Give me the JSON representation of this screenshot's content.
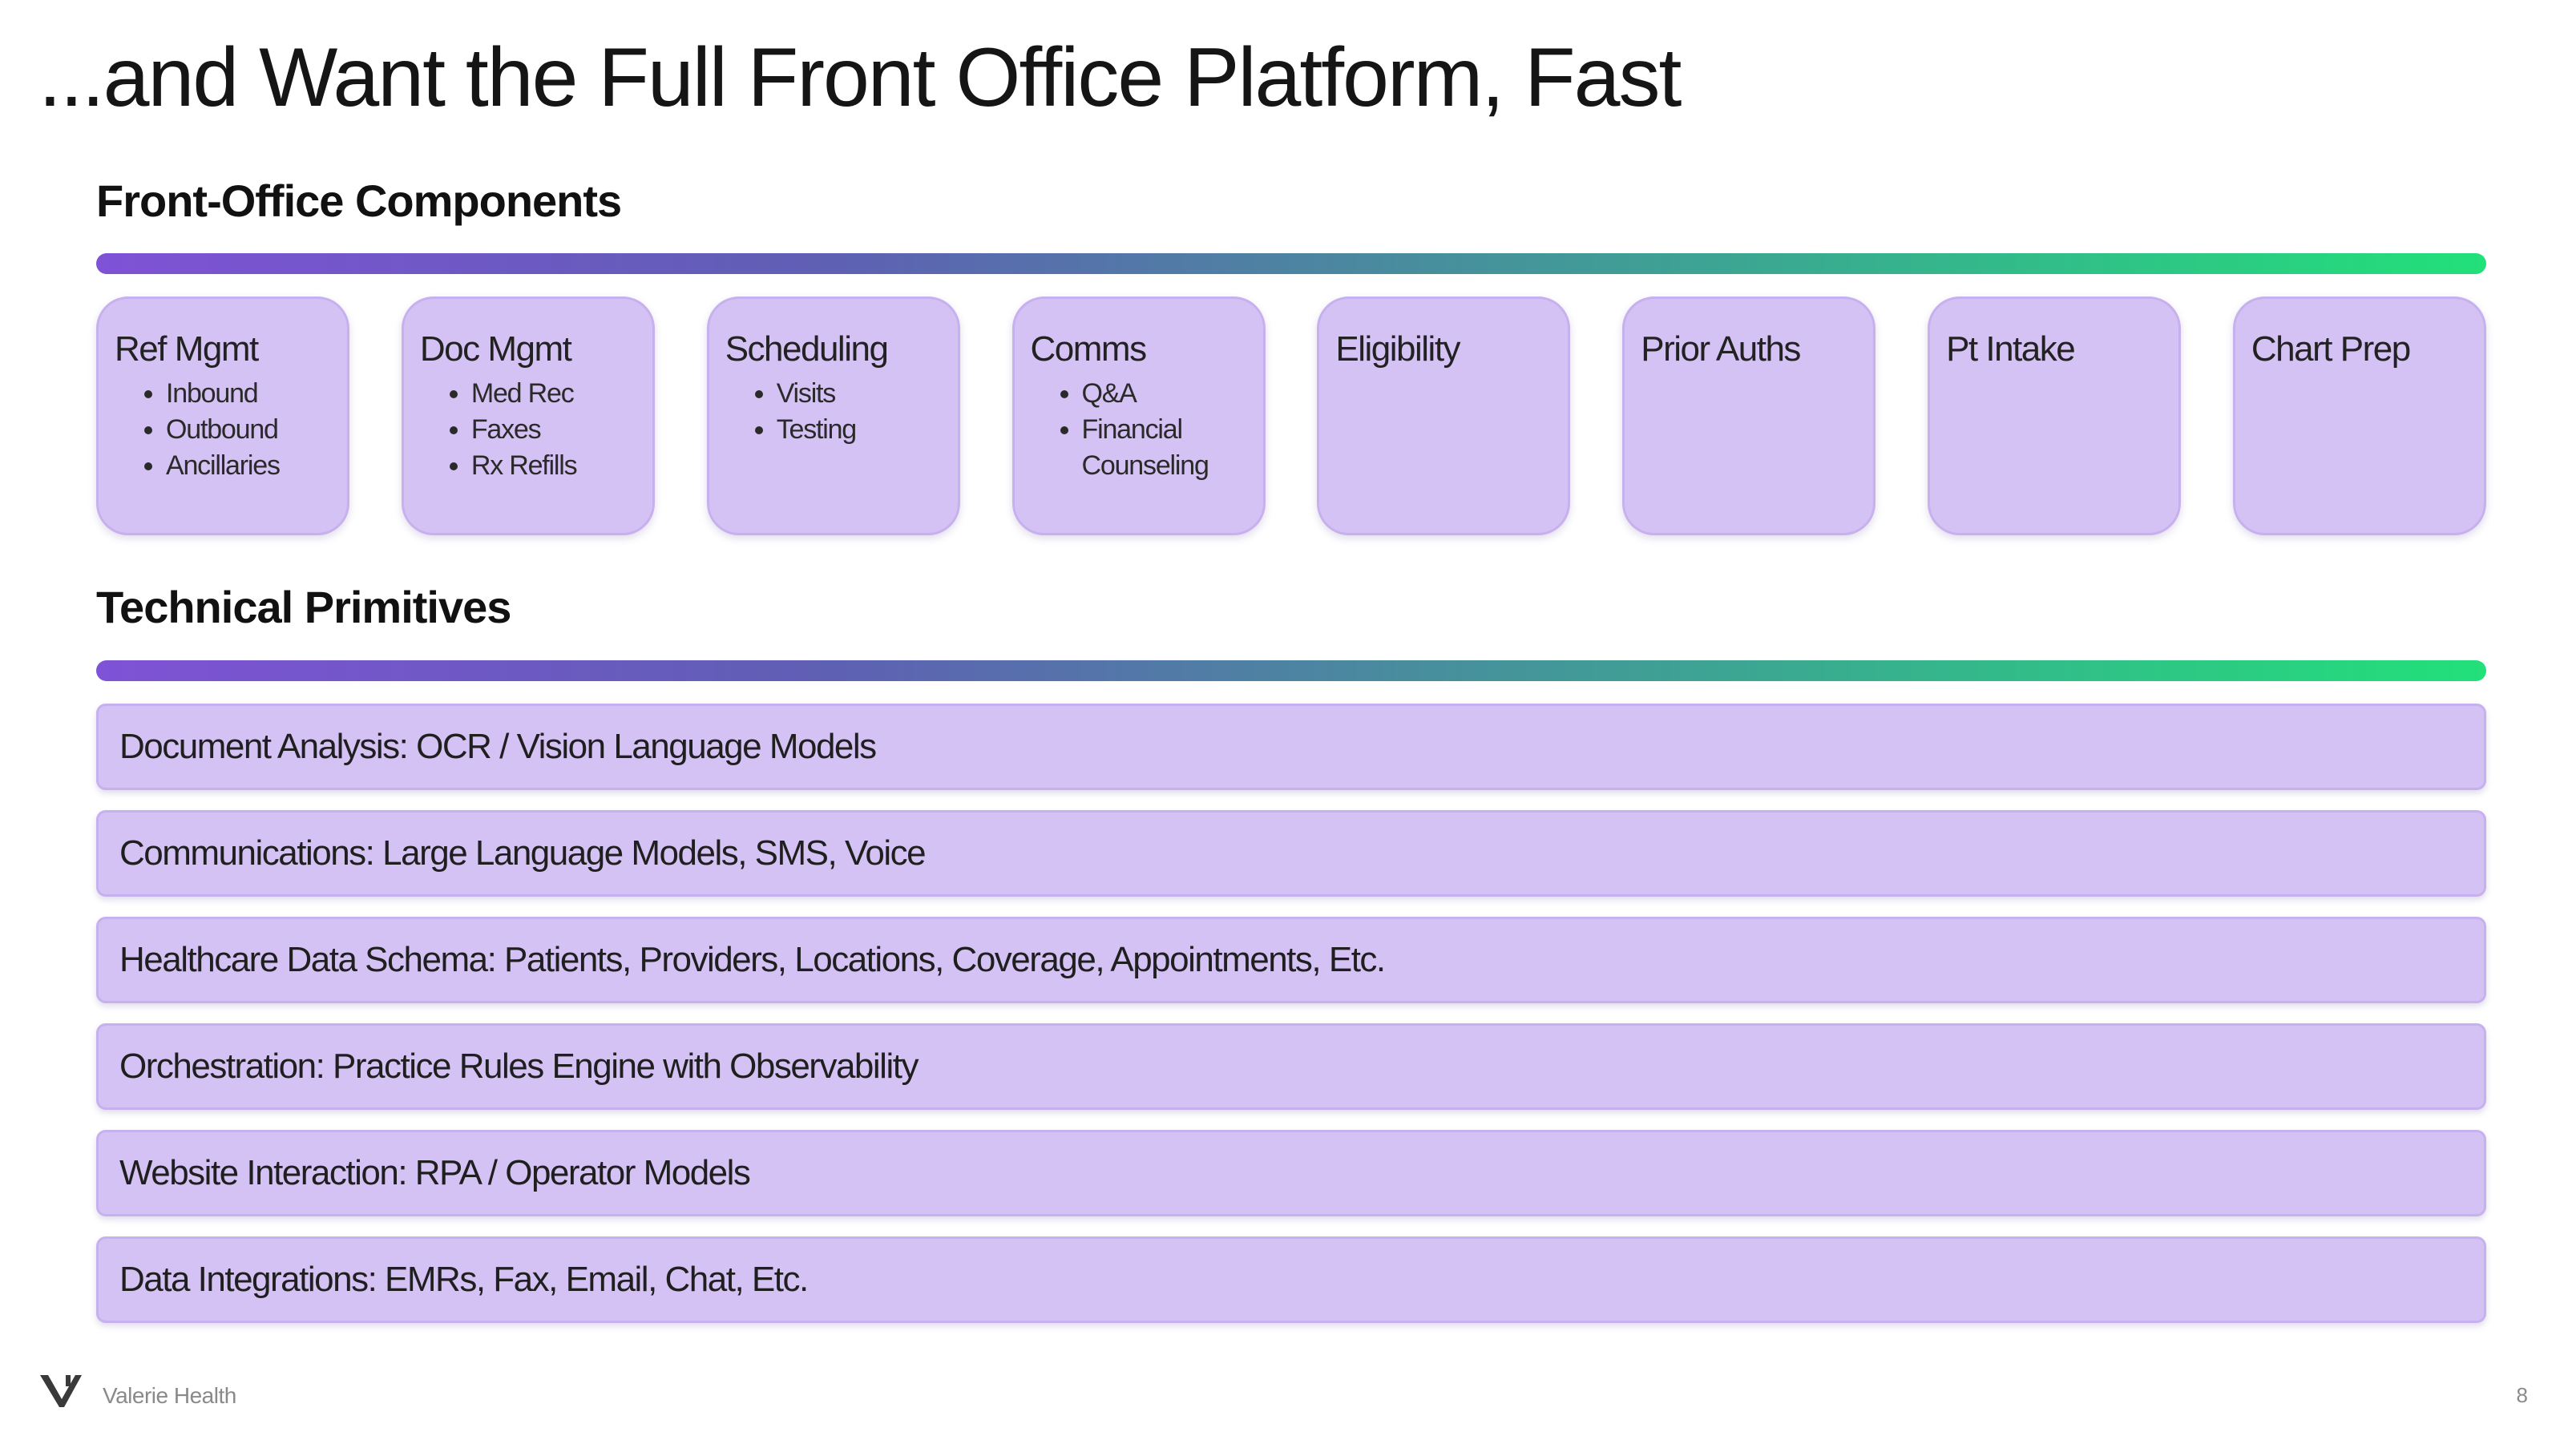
{
  "slide": {
    "title": "...and Want the Full Front Office Platform, Fast"
  },
  "components": {
    "heading": "Front-Office Components",
    "cards": [
      {
        "title": "Ref Mgmt",
        "items": [
          "Inbound",
          "Outbound",
          "Ancillaries"
        ]
      },
      {
        "title": "Doc Mgmt",
        "items": [
          "Med Rec",
          "Faxes",
          "Rx Refills"
        ]
      },
      {
        "title": "Scheduling",
        "items": [
          "Visits",
          "Testing"
        ]
      },
      {
        "title": "Comms",
        "items": [
          "Q&A",
          "Financial Counseling"
        ]
      },
      {
        "title": "Eligibility",
        "items": []
      },
      {
        "title": "Prior Auths",
        "items": []
      },
      {
        "title": "Pt Intake",
        "items": []
      },
      {
        "title": "Chart Prep",
        "items": []
      }
    ]
  },
  "primitives": {
    "heading": "Technical Primitives",
    "rows": [
      "Document Analysis: OCR / Vision Language Models",
      "Communications: Large Language Models, SMS, Voice",
      "Healthcare Data Schema: Patients, Providers, Locations, Coverage, Appointments, Etc.",
      "Orchestration: Practice Rules Engine with Observability",
      "Website Interaction: RPA / Operator Models",
      "Data Integrations: EMRs, Fax, Email, Chat, Etc."
    ]
  },
  "footer": {
    "logo_icon": "v-logo-icon",
    "company": "Valerie Health",
    "page_number": "8"
  },
  "colors": {
    "card_fill": "#d5c2f4",
    "card_border": "#c7b0ee",
    "gradient_start": "#7f52d6",
    "gradient_end": "#22e07a"
  }
}
